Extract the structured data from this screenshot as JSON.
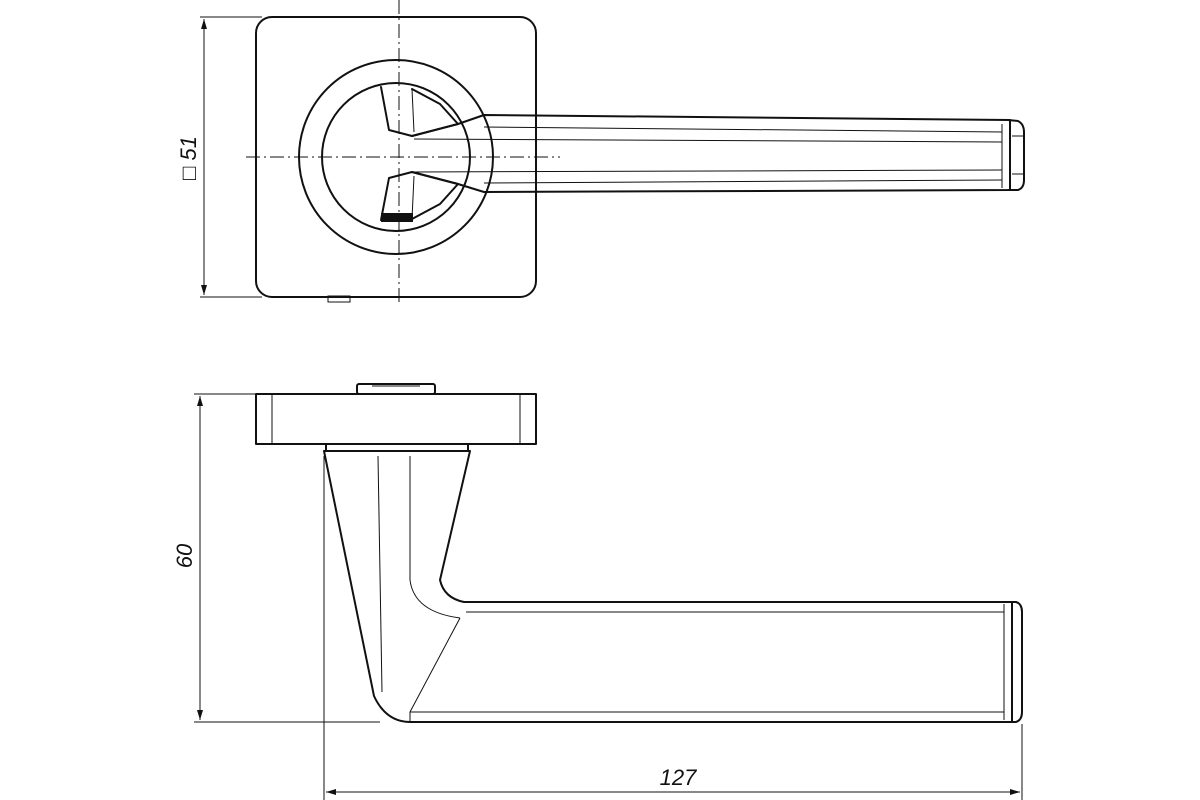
{
  "dimensions": {
    "rose_size": "□ 51",
    "height": "60",
    "length": "127"
  }
}
